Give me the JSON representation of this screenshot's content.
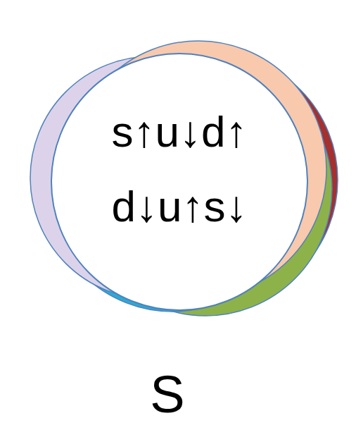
{
  "diagram": {
    "nodes": [
      {
        "text": [
          "s↑u↓d↑",
          "d↓u↑s↓"
        ]
      }
    ],
    "labels": [
      "S"
    ]
  }
}
